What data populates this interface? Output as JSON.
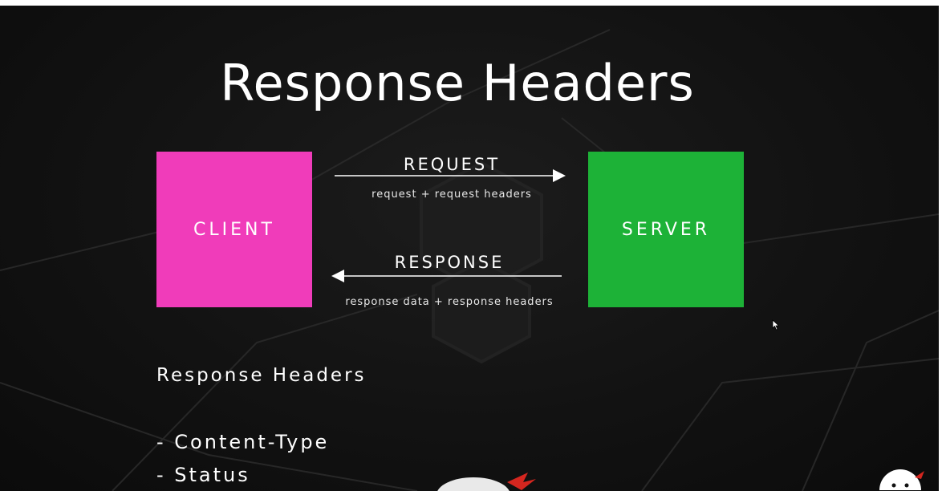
{
  "slide": {
    "title": "Response Headers",
    "client_label": "CLIENT",
    "server_label": "SERVER",
    "request_label": "REQUEST",
    "request_sub": "request + request headers",
    "response_label": "RESPONSE",
    "response_sub": "response data + response headers",
    "heading": "Response Headers",
    "items": [
      "- Content-Type",
      "- Status"
    ]
  },
  "colors": {
    "client": "#f03cba",
    "server": "#1db237",
    "background": "#121212",
    "text": "#ffffff"
  },
  "icons": {
    "cursor": "mouse-pointer-icon",
    "logo_bottom": "ninja-logo-icon",
    "logo_right": "ninja-logo-icon"
  }
}
